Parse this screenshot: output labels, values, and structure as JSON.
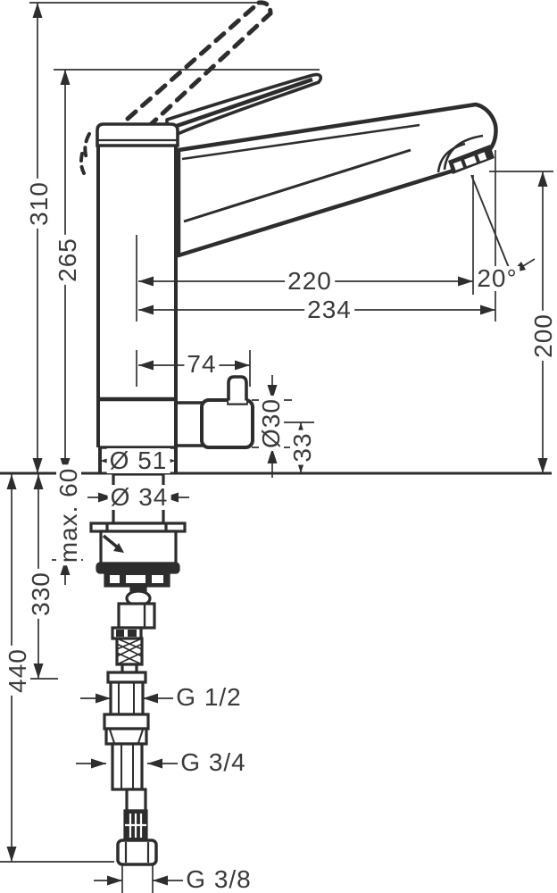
{
  "dimensions": {
    "total_height": "310",
    "spout_height": "265",
    "spout_reach_aerator": "220",
    "spout_reach_total": "234",
    "center_to_connector": "74",
    "spray_angle": "20°",
    "aerator_above_deck": "200",
    "connector_diameter": "Ø30",
    "connector_center_height": "33",
    "base_diameter": "Ø 51",
    "shank_diameter": "Ø 34",
    "max_deck_thickness": "max. 60",
    "install_depth_1": "330",
    "install_depth_2": "440",
    "supply_thread": "G 1/2",
    "check_valve_thread": "G 3/4",
    "hose_connection_thread": "G 3/8"
  }
}
